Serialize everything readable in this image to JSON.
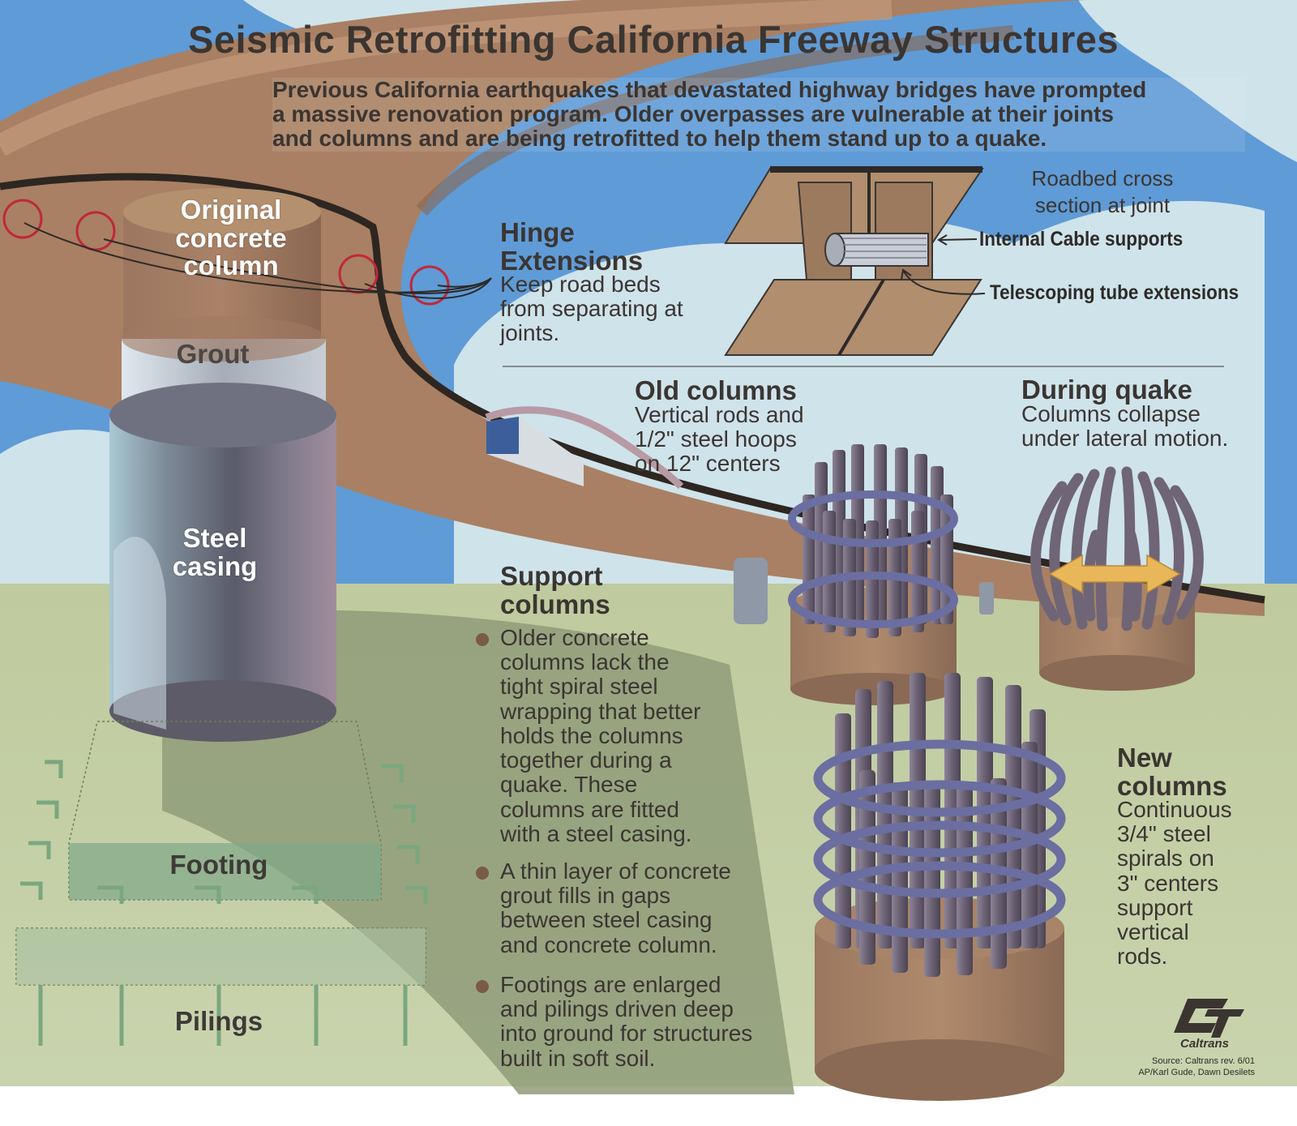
{
  "title": "Seismic Retrofitting California Freeway Structures",
  "intro": [
    "Previous California earthquakes that devastated highway bridges have prompted",
    "a massive renovation program. Older overpasses are vulnerable at their joints",
    "and columns and are being retrofitted to help them stand up to a quake."
  ],
  "column_labels": {
    "original": [
      "Original",
      "concrete",
      "column"
    ],
    "grout": "Grout",
    "steel": [
      "Steel",
      "casing"
    ],
    "footing": "Footing",
    "pilings": "Pilings"
  },
  "hinge": {
    "heading": [
      "Hinge",
      "Extensions"
    ],
    "body": [
      "Keep road beds",
      "from separating at",
      "joints."
    ]
  },
  "roadbed": {
    "caption": [
      "Roadbed cross",
      "section at joint"
    ],
    "cable_label": "Internal Cable supports",
    "tube_label": "Telescoping tube extensions"
  },
  "old_columns": {
    "heading": "Old columns",
    "body": [
      "Vertical rods and",
      "1/2\" steel hoops",
      "on 12\" centers"
    ]
  },
  "during_quake": {
    "heading": "During quake",
    "body": [
      "Columns collapse",
      "under lateral motion."
    ]
  },
  "support_columns": {
    "heading": [
      "Support",
      "columns"
    ],
    "bullets": [
      [
        "Older concrete",
        "columns lack the",
        "tight spiral steel",
        "wrapping that better",
        "holds the columns",
        "together during a",
        "quake. These",
        "columns are fitted",
        "with a steel casing."
      ],
      [
        "A thin layer of concrete",
        "grout fills in gaps",
        "between steel casing",
        "and concrete column."
      ],
      [
        "Footings are enlarged",
        "and pilings driven deep",
        "into ground for structures",
        "built in soft soil."
      ]
    ]
  },
  "new_columns": {
    "heading": [
      "New",
      "columns"
    ],
    "body": [
      "Continuous",
      "3/4\" steel",
      "spirals on",
      "3\" centers",
      "support",
      "vertical",
      "rods."
    ]
  },
  "logo_text": "Caltrans",
  "source": [
    "Source: Caltrans rev. 6/01",
    "AP/Karl Gude, Dawn Desilets"
  ],
  "colors": {
    "sky": "#5f9bd6",
    "cloud": "#cfe3ea",
    "ground": "#c3cea4",
    "ground_dark": "#8f9c79",
    "road": "#a98063",
    "road_dark": "#7d5a44",
    "steel": "#7b7d8c",
    "rod": "#6f6577",
    "spiral": "#6b6ea0",
    "arrow": "#e9b75a",
    "circle_marker": "#c0283a"
  }
}
